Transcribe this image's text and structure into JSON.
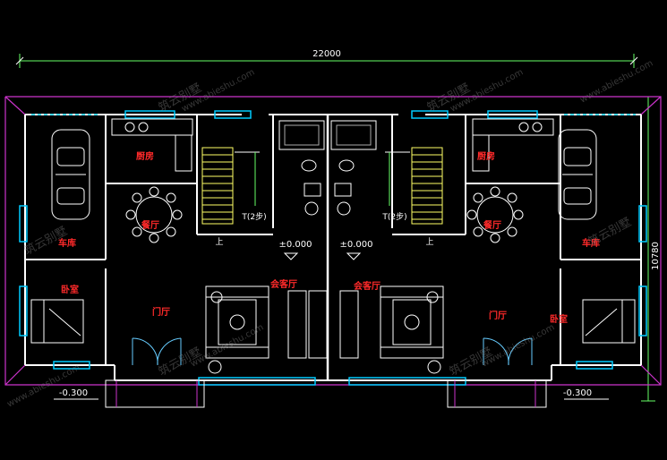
{
  "dimensions": {
    "overall_width": "22000",
    "overall_depth": "10780"
  },
  "levels": {
    "floor_left": "±0.000",
    "floor_right": "±0.000",
    "outdoor_left": "-0.300",
    "outdoor_right": "-0.300"
  },
  "rooms": {
    "left": {
      "kitchen": "厨房",
      "dining": "餐厅",
      "garage": "车库",
      "bedroom": "卧室",
      "foyer": "门厅",
      "living": "会客厅"
    },
    "right": {
      "kitchen": "厨房",
      "dining": "餐厅",
      "garage": "车库",
      "bedroom": "卧室",
      "foyer": "门厅",
      "living": "会客厅"
    }
  },
  "stairs": {
    "left_note": "T(2步)",
    "right_note": "T(2步)",
    "left_up": "上",
    "right_up": "上"
  },
  "watermark": {
    "brand": "筑云别墅",
    "url": "www.abieshu.com"
  },
  "colors": {
    "background": "#000000",
    "wall": "#ffffff",
    "outline": "#cc33cc",
    "furniture": "#ffffff",
    "window": "#00ccff",
    "stair": "#ffff66",
    "room_label": "#ff2a2a",
    "dimension": "#66ff66"
  }
}
